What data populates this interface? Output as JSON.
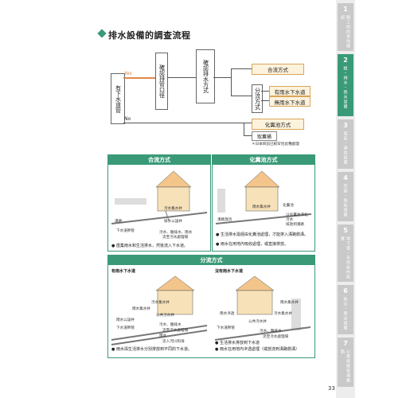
{
  "page": {
    "title": "排水設備的調查流程",
    "page_number": "33"
  },
  "flow": {
    "start": "有下水道管",
    "yes": "Yes",
    "no": "No",
    "box_confirm": "確認排管口徑",
    "box_confirm_method": "確認排水方式",
    "box_split_method": "分流方式",
    "out_combined": "合流方式",
    "out_rain_sewer": "有雨水下水道",
    "out_no_rain_sewer": "無雨水下水道",
    "out_septic": "化糞池方式",
    "out_remove": "取糞桶",
    "note": "＊日本目前已較罕見此種處理",
    "accent_color": "#3a9a78",
    "box_color": "#fdf2dc"
  },
  "panels": {
    "combined": {
      "title": "合流方式",
      "labels": [
        "污水集水井",
        "排水公設井",
        "溝路",
        "下水道幹管",
        "污水、雜排水、雨水",
        "流至污水處理場"
      ],
      "caption": "● 匯集雨水和生活排水，然後流入下水道。"
    },
    "septic": {
      "title": "化糞池方式",
      "labels": [
        "化糞池",
        "雨水集水井",
        "溝路放流",
        "以化糞池淨化污水",
        "排放到溝路"
      ],
      "caption1": "● 生活排水需經由化糞池處理，才能排入溝路側溝。",
      "caption2": "● 雨水在用地內吸收處理，或直接排放。"
    },
    "split": {
      "title": "分流方式",
      "left_sub": "有雨水下水道",
      "right_sub": "沒有雨水下水道",
      "left_labels": [
        "污水集水井",
        "雨水集水井",
        "公共污水井",
        "雨水公設井",
        "下水道幹管",
        "污水、雜排水",
        "流至污水處理場",
        "雨水",
        "流入河川和海"
      ],
      "left_caption": "● 雨水與生活排水分別排放到不同的下水道。",
      "right_labels": [
        "雨水集水井",
        "污水集水井",
        "雨水滲透",
        "公共污水井",
        "下水道幹管",
        "污水、雜排水",
        "流至污水處理場"
      ],
      "right_caption1": "● 生活排水排放到下水道",
      "right_caption2": "● 雨水在用地內滲透處理（或放流到溝路側溝）"
    }
  },
  "sidebar": {
    "tabs": [
      {
        "num": "1",
        "label": "開工前的事前確認"
      },
      {
        "num": "2",
        "label": "給・排水・熱水設備",
        "active": true
      },
      {
        "num": "3",
        "label": "電氣・通信設備"
      },
      {
        "num": "4",
        "label": "空調・換氣設備"
      },
      {
        "num": "5",
        "label": "地下電・天然氣的設置"
      },
      {
        "num": "6",
        "label": "防災・保全設備"
      },
      {
        "num": "7",
        "label": "公寓修繕管理重點"
      }
    ]
  }
}
